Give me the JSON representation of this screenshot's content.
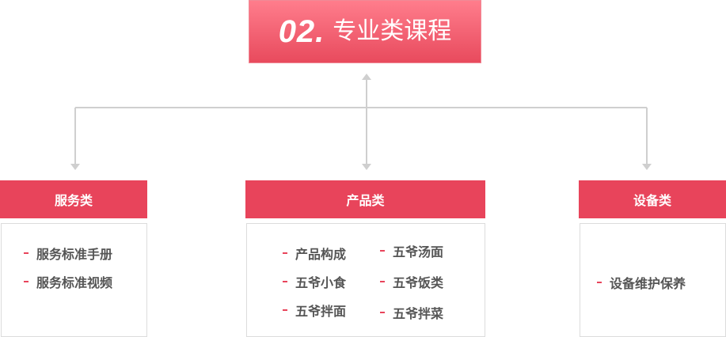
{
  "title": {
    "number": "02.",
    "text": "专业类课程"
  },
  "categories": [
    {
      "name": "服务类",
      "items": [
        "服务标准手册",
        "服务标准视频"
      ]
    },
    {
      "name": "产品类",
      "items": [
        "产品构成",
        "五爷小食",
        "五爷拌面",
        "五爷汤面",
        "五爷饭类",
        "五爷拌菜"
      ]
    },
    {
      "name": "设备类",
      "items": [
        "设备维护保养"
      ]
    }
  ],
  "colors": {
    "header_red": "#e8445b",
    "title_gradient_top": "#ff7d8c",
    "title_gradient_bottom": "#e84a5d",
    "connector_gray": "#cfcfcf",
    "box_border": "#dcdcdc",
    "text_gray": "#555555"
  }
}
